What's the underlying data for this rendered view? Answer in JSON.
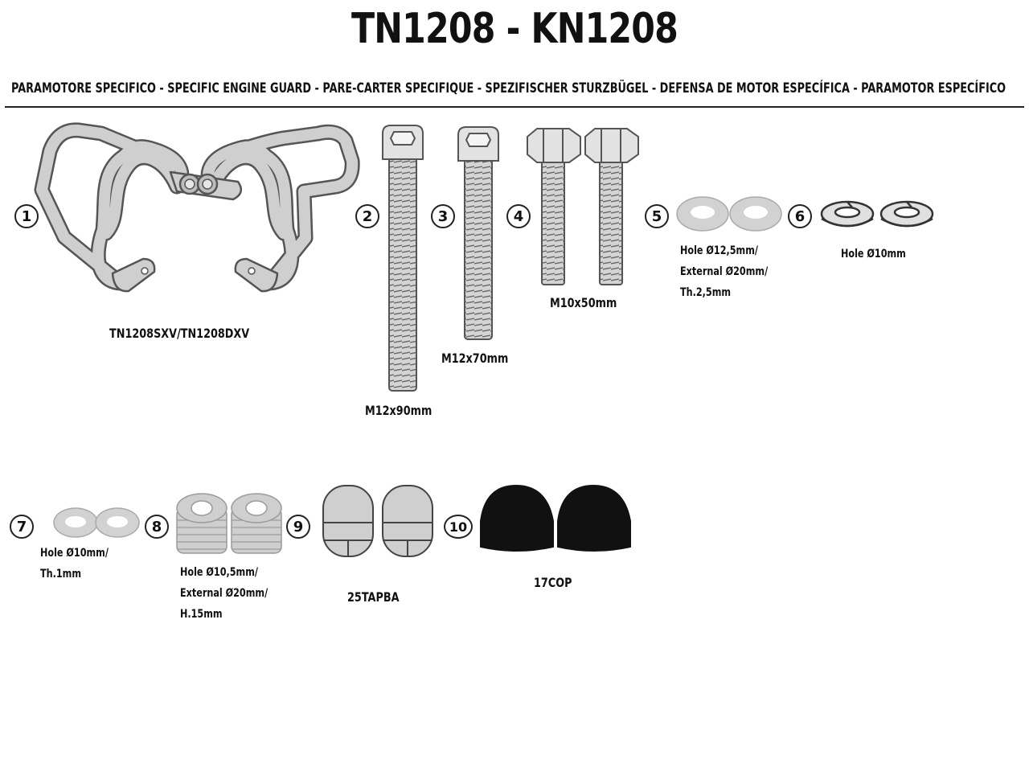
{
  "header": {
    "title": "TN1208 - KN1208",
    "subtitle": "PARAMOTORE SPECIFICO  -  SPECIFIC ENGINE GUARD - PARE-CARTER SPECIFIQUE - SPEZIFISCHER STURZBÜGEL - DEFENSA DE MOTOR ESPECÍFICA - PARAMOTOR ESPECÍFICO"
  },
  "parts": [
    {
      "number": "1",
      "icon": "engine-guard-bars-icon",
      "label": "TN1208SXV/TN1208DXV"
    },
    {
      "number": "2",
      "icon": "socket-cap-bolt-icon",
      "label": "M12x90mm"
    },
    {
      "number": "3",
      "icon": "socket-cap-bolt-icon",
      "label": "M12x70mm"
    },
    {
      "number": "4",
      "icon": "hex-bolt-icon",
      "label": "M10x50mm"
    },
    {
      "number": "5",
      "icon": "flat-washer-icon",
      "label_lines": [
        "Hole Ø12,5mm/",
        "External Ø20mm/",
        "Th.2,5mm"
      ]
    },
    {
      "number": "6",
      "icon": "spring-washer-icon",
      "label": "Hole Ø10mm"
    },
    {
      "number": "7",
      "icon": "flat-washer-icon",
      "label_lines": [
        "Hole Ø10mm/",
        "Th.1mm"
      ]
    },
    {
      "number": "8",
      "icon": "spacer-icon",
      "label_lines": [
        "Hole Ø10,5mm/",
        "External Ø20mm/",
        "H.15mm"
      ]
    },
    {
      "number": "9",
      "icon": "plug-cap-icon",
      "label": "25TAPBA"
    },
    {
      "number": "10",
      "icon": "cap-nut-cover-icon",
      "label": "17COP"
    }
  ],
  "colors": {
    "part_fill": "#cfcfcf",
    "part_stroke": "#555555",
    "cap_fill": "#111111",
    "text": "#111111"
  }
}
